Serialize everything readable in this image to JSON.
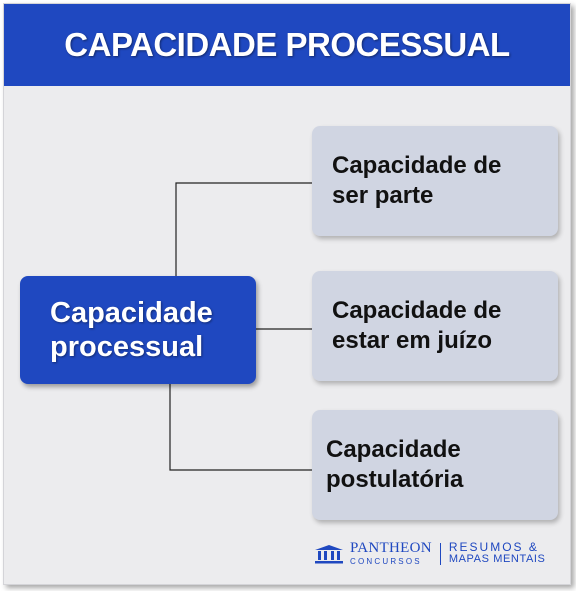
{
  "header": {
    "title": "CAPACIDADE PROCESSUAL"
  },
  "diagram": {
    "root": {
      "label": "Capacidade\nprocessual"
    },
    "children": [
      {
        "label": "Capacidade de\nser parte"
      },
      {
        "label": "Capacidade de\nestar em juízo"
      },
      {
        "label": "Capacidade\npostulatória"
      }
    ]
  },
  "brand": {
    "name": "PANTHEON",
    "sub": "CONCURSOS",
    "tagline_1": "RESUMOS &",
    "tagline_2": "MAPAS MENTAIS",
    "icon": "temple-icon"
  },
  "colors": {
    "accent": "#1f48c0",
    "panel": "#ececee",
    "child_box": "#d0d5e2",
    "connector": "#222222"
  }
}
